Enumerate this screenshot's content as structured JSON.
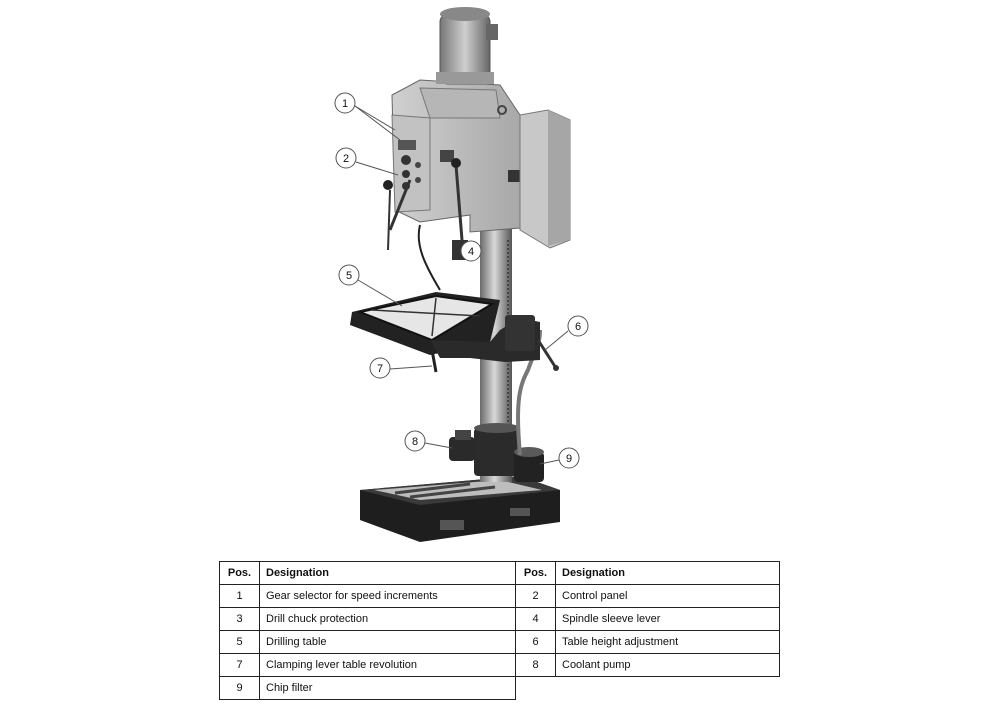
{
  "figure": {
    "callouts": [
      "1",
      "2",
      "4",
      "5",
      "6",
      "7",
      "8",
      "9"
    ]
  },
  "table": {
    "headers": [
      "Pos.",
      "Designation",
      "Pos.",
      "Designation"
    ],
    "rows": [
      {
        "left_pos": "1",
        "left_name": "Gear selector for speed increments",
        "right_pos": "2",
        "right_name": "Control panel"
      },
      {
        "left_pos": "3",
        "left_name": "Drill chuck protection",
        "right_pos": "4",
        "right_name": "Spindle sleeve lever"
      },
      {
        "left_pos": "5",
        "left_name": "Drilling table",
        "right_pos": "6",
        "right_name": "Table height adjustment"
      },
      {
        "left_pos": "7",
        "left_name": "Clamping lever table revolution",
        "right_pos": "8",
        "right_name": "Coolant pump"
      },
      {
        "left_pos": "9",
        "left_name": "Chip filter",
        "right_pos": "",
        "right_name": ""
      }
    ]
  }
}
